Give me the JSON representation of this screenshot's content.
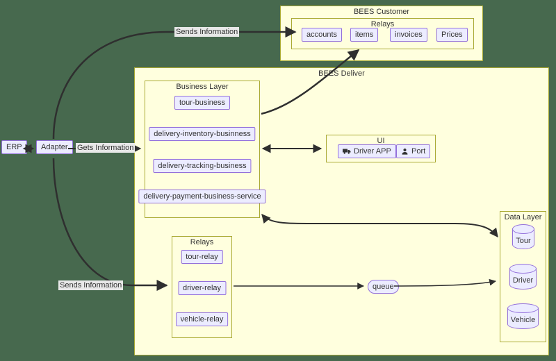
{
  "colors": {
    "background": "#47694E",
    "container_fill": "#ffffde",
    "container_border": "#aaaa33",
    "node_fill": "#ECECFF",
    "node_border": "#9370DB",
    "edge": "#2f2f2f",
    "edge_label_bg": "#e8e8e8",
    "text": "#333333"
  },
  "nodes": {
    "erp": "ERP",
    "adapter": "Adapter"
  },
  "bees_customer": {
    "title": "BEES Customer",
    "relays": {
      "title": "Relays",
      "items": [
        "accounts",
        "items",
        "invoices",
        "Prices"
      ]
    }
  },
  "bees_deliver": {
    "title": "BEES Deliver",
    "business_layer": {
      "title": "Business Layer",
      "items": [
        "tour-business",
        "delivery-inventory-businness",
        "delivery-tracking-business",
        "delivery-payment-business-service"
      ]
    },
    "ui": {
      "title": "UI",
      "driver_app": "Driver APP",
      "port": "Port"
    },
    "relays": {
      "title": "Relays",
      "items": [
        "tour-relay",
        "driver-relay",
        "vehicle-relay"
      ]
    },
    "queue": "queue",
    "data_layer": {
      "title": "Data Layer",
      "items": [
        "Tour",
        "Driver",
        "Vehicle"
      ]
    }
  },
  "edge_labels": {
    "sends_top": "Sends Information",
    "gets": "Gets Information",
    "sends_bottom": "Sends Information"
  }
}
